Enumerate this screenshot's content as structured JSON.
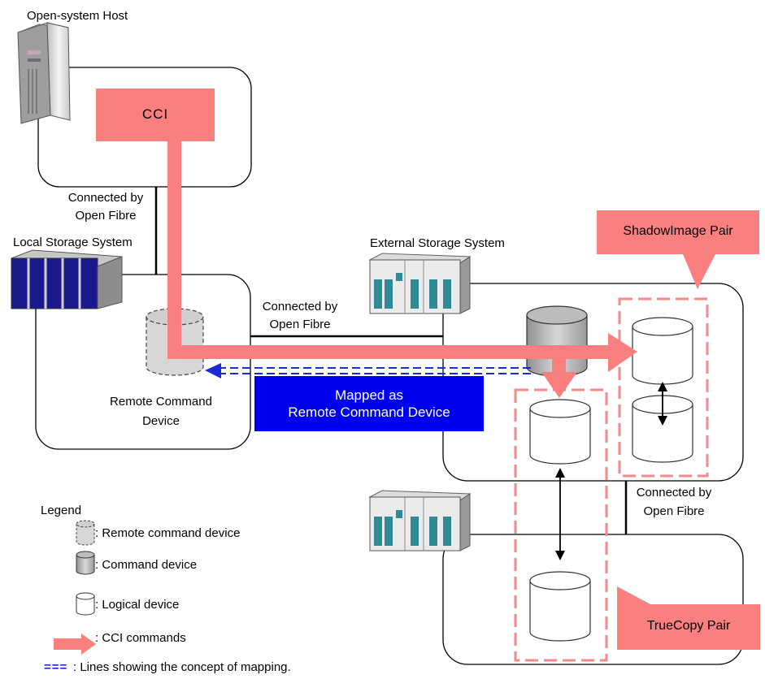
{
  "labels": {
    "host": "Open-system Host",
    "cci": "CCI",
    "conn1_line1": "Connected by",
    "conn1_line2": "Open Fibre",
    "local_storage": "Local Storage System",
    "conn2_line1": "Connected by",
    "conn2_line2": "Open Fibre",
    "external_storage": "External Storage System",
    "remote_cmd_line1": "Remote Command",
    "remote_cmd_line2": "Device",
    "mapped_line1": "Mapped as",
    "mapped_line2": "Remote Command Device",
    "shadowimage": "ShadowImage Pair",
    "truecopy": "TrueCopy Pair",
    "conn3_line1": "Connected by",
    "conn3_line2": "Open Fibre"
  },
  "legend": {
    "title": "Legend",
    "remote_cmd": ": Remote command device",
    "cmd": ": Command device",
    "logical": ": Logical device",
    "cci_cmds": ": CCI commands",
    "mapping_glyph": "===",
    "mapping": ": Lines showing the concept of mapping."
  },
  "colors": {
    "pink": "#fa8080",
    "pink_dash": "#f58a8a",
    "blue": "#0000ee",
    "mapping_line": "#1a2bd6"
  }
}
